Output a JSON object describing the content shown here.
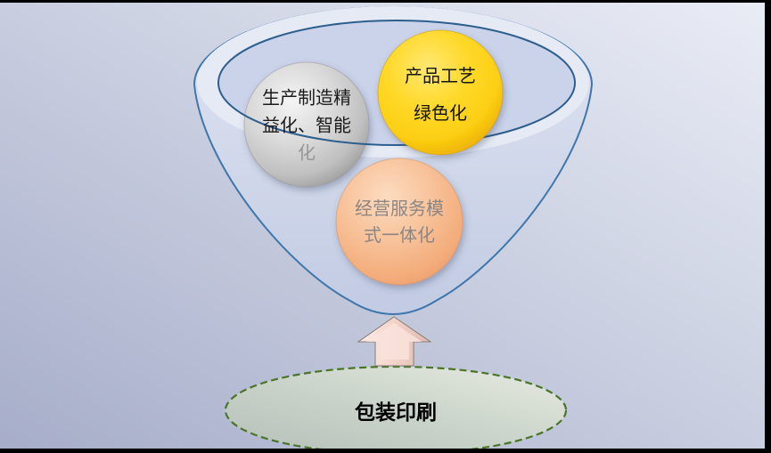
{
  "diagram": {
    "title_hint": "funnel-diagram",
    "funnel_bubbles": [
      {
        "name": "manufacturing",
        "text": "生产制造精益化、智能化",
        "lines": [
          "生产制造精",
          "益化、智能",
          "化"
        ],
        "fill": "#c9c9c9",
        "text_color": "#1b1b1b",
        "last_line_color": "#97979b"
      },
      {
        "name": "green-process",
        "text": "产品工艺绿色化",
        "lines": [
          "产品工艺",
          "绿色化"
        ],
        "fill": "#ffd41d",
        "text_color": "#141414"
      },
      {
        "name": "service-model",
        "text": "经营服务模式一体化",
        "lines": [
          "经营服务模",
          "式一体化"
        ],
        "fill": "#f5b285",
        "text_color": "#8d8683"
      }
    ],
    "base_label": "包装印刷",
    "colors": {
      "background_light": "#eaedf6",
      "background_dark": "#a6adc9",
      "funnel_fill": "#ccd4e9",
      "funnel_outline": "#3f77ad",
      "funnel_opening_outline": "#2d5f8e",
      "arrow_fill": "#f4d6cd",
      "arrow_outline": "#8a7a74",
      "base_fill_dark": "#b4bfb8",
      "base_fill_light": "#e7ebe2",
      "base_outline": "#4a7527",
      "frame_bar": "#000000"
    }
  }
}
